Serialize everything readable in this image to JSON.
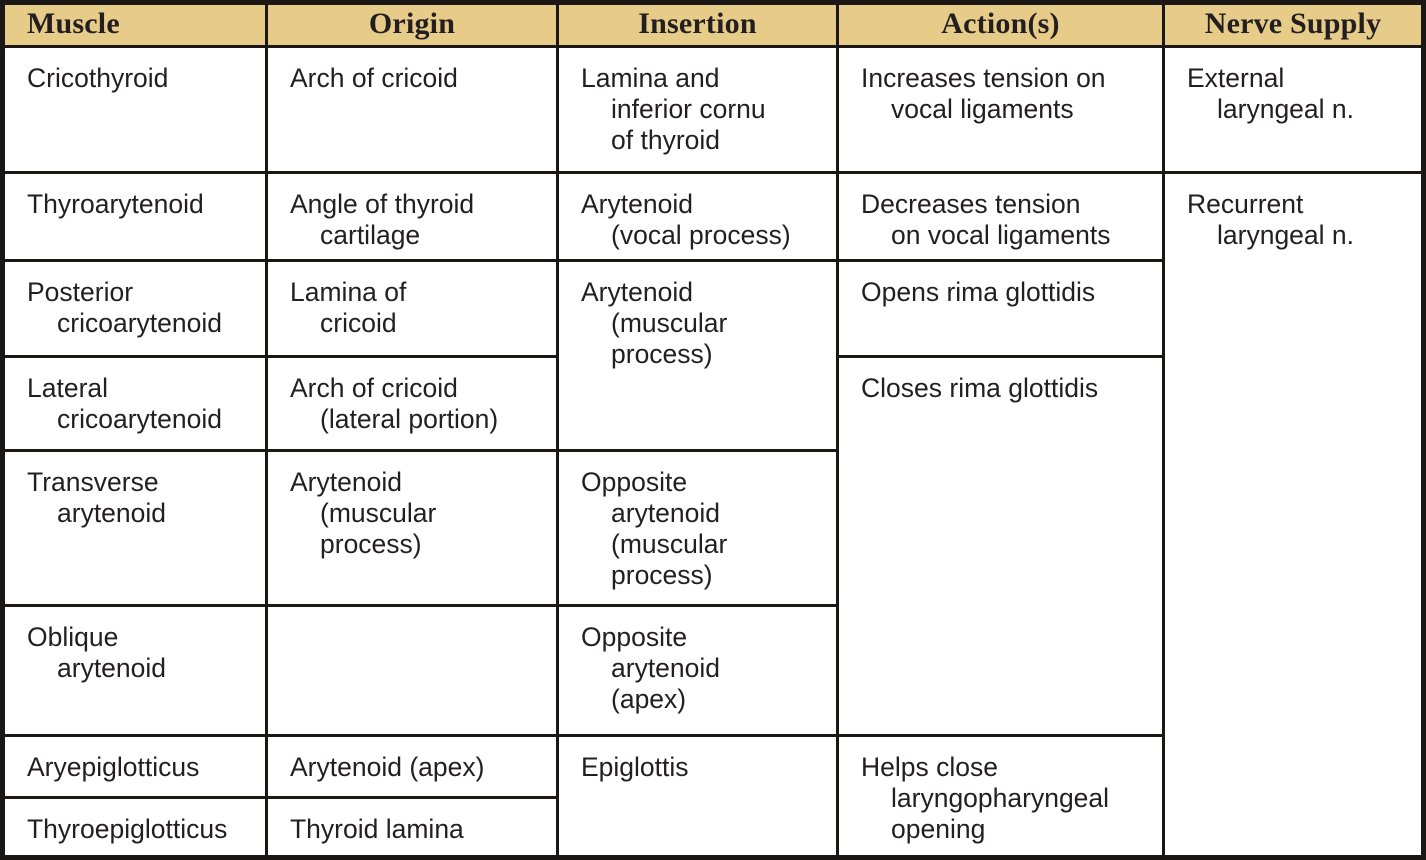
{
  "colors": {
    "header_bg": "#e7cb89",
    "border": "#1a1714",
    "text": "#231f20",
    "cell_bg": "#ffffff"
  },
  "table": {
    "columns": [
      {
        "id": "muscle",
        "label": "Muscle"
      },
      {
        "id": "origin",
        "label": "Origin"
      },
      {
        "id": "insertion",
        "label": "Insertion"
      },
      {
        "id": "action",
        "label": "Action(s)"
      },
      {
        "id": "nerve",
        "label": "Nerve Supply"
      }
    ],
    "rows": [
      {
        "cells": [
          {
            "col": "muscle",
            "lines": [
              "Cricothyroid"
            ]
          },
          {
            "col": "origin",
            "lines": [
              "Arch of cricoid"
            ]
          },
          {
            "col": "insertion",
            "lines": [
              "Lamina and",
              "inferior cornu",
              "of thyroid"
            ]
          },
          {
            "col": "action",
            "lines": [
              "Increases tension on",
              "vocal ligaments"
            ]
          },
          {
            "col": "nerve",
            "lines": [
              "External",
              "laryngeal n."
            ]
          }
        ]
      },
      {
        "cells": [
          {
            "col": "muscle",
            "lines": [
              "Thyroarytenoid"
            ]
          },
          {
            "col": "origin",
            "lines": [
              "Angle of thyroid",
              "cartilage"
            ]
          },
          {
            "col": "insertion",
            "lines": [
              "Arytenoid",
              "(vocal process)"
            ]
          },
          {
            "col": "action",
            "lines": [
              "Decreases tension",
              "on vocal ligaments"
            ]
          },
          {
            "col": "nerve",
            "lines": [
              "Recurrent",
              "laryngeal n."
            ],
            "rowspan": 7
          }
        ]
      },
      {
        "cells": [
          {
            "col": "muscle",
            "lines": [
              "Posterior",
              "cricoarytenoid"
            ]
          },
          {
            "col": "origin",
            "lines": [
              "Lamina of",
              "cricoid"
            ]
          },
          {
            "col": "insertion",
            "lines": [
              "Arytenoid",
              "(muscular",
              "process)"
            ],
            "rowspan": 2
          },
          {
            "col": "action",
            "lines": [
              "Opens rima glottidis"
            ]
          }
        ]
      },
      {
        "cells": [
          {
            "col": "muscle",
            "lines": [
              "Lateral",
              "cricoarytenoid"
            ]
          },
          {
            "col": "origin",
            "lines": [
              "Arch of cricoid",
              "(lateral portion)"
            ]
          },
          {
            "col": "action",
            "lines": [
              "Closes rima glottidis"
            ],
            "rowspan": 3
          }
        ]
      },
      {
        "cells": [
          {
            "col": "muscle",
            "lines": [
              "Transverse",
              "arytenoid"
            ]
          },
          {
            "col": "origin",
            "lines": [
              "Arytenoid",
              "(muscular",
              "process)"
            ]
          },
          {
            "col": "insertion",
            "lines": [
              "Opposite",
              "arytenoid",
              "(muscular",
              "process)"
            ]
          }
        ]
      },
      {
        "cells": [
          {
            "col": "muscle",
            "lines": [
              "Oblique",
              "arytenoid"
            ]
          },
          {
            "col": "origin",
            "lines": []
          },
          {
            "col": "insertion",
            "lines": [
              "Opposite",
              "arytenoid",
              "(apex)"
            ]
          }
        ]
      },
      {
        "cells": [
          {
            "col": "muscle",
            "lines": [
              "Aryepiglotticus"
            ]
          },
          {
            "col": "origin",
            "lines": [
              "Arytenoid (apex)"
            ]
          },
          {
            "col": "insertion",
            "lines": [
              "Epiglottis"
            ],
            "rowspan": 2
          },
          {
            "col": "action",
            "lines": [
              "Helps close",
              "laryngopharyngeal",
              "opening"
            ],
            "rowspan": 2
          }
        ]
      },
      {
        "cells": [
          {
            "col": "muscle",
            "lines": [
              "Thyroepiglotticus"
            ]
          },
          {
            "col": "origin",
            "lines": [
              "Thyroid lamina"
            ]
          }
        ]
      }
    ]
  }
}
